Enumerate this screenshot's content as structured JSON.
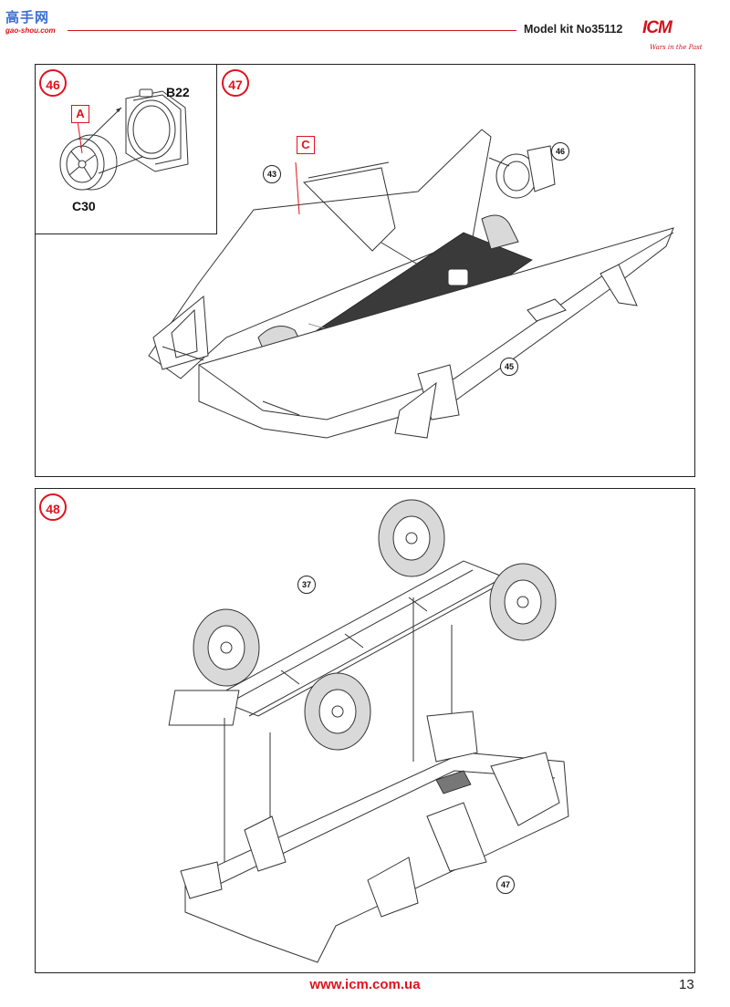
{
  "watermark": {
    "site_cn": "高手网",
    "site_en": "gao-shou.com"
  },
  "header": {
    "model_kit": "Model kit No35112",
    "brand": "ICM",
    "brand_tagline": "Wars in the Past"
  },
  "steps": {
    "s46": {
      "number": "46",
      "tag": "A",
      "parts": [
        "B22",
        "C30"
      ]
    },
    "s47": {
      "number": "47",
      "tag": "C",
      "refs": [
        "43",
        "46",
        "45"
      ]
    },
    "s48": {
      "number": "48",
      "refs": [
        "37",
        "47"
      ]
    }
  },
  "footer": {
    "url": "www.icm.com.ua",
    "page_number": "13"
  },
  "colors": {
    "accent": "#e0131d",
    "line": "#333333",
    "floor": "#3a3a3a"
  }
}
